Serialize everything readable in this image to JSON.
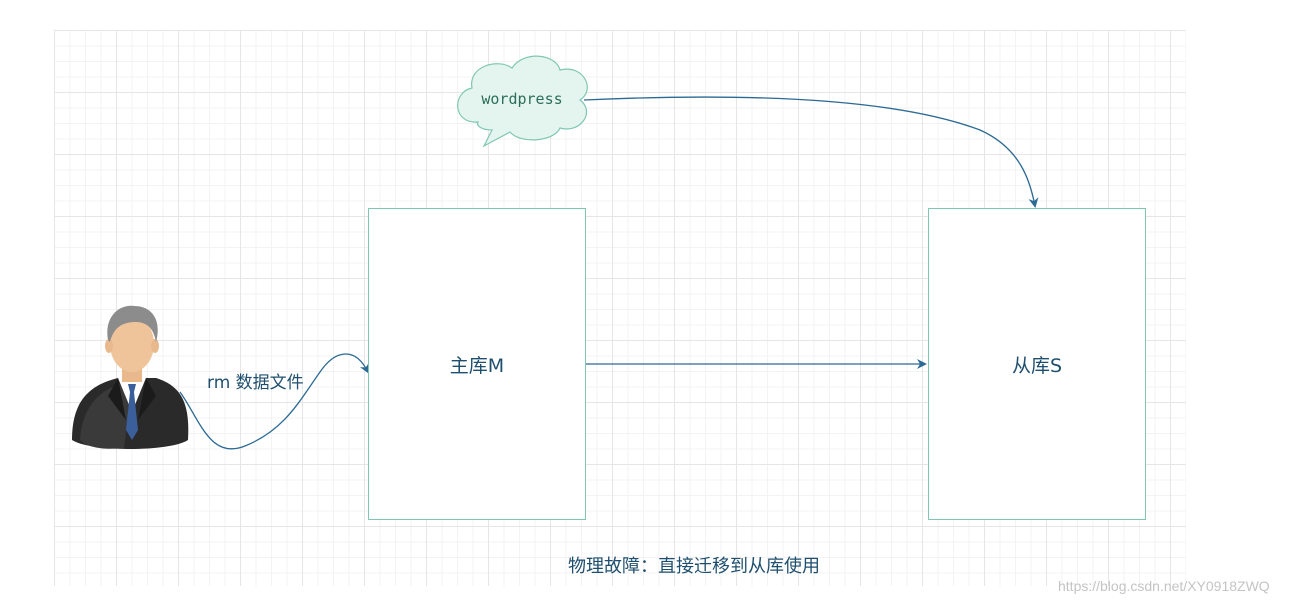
{
  "diagram": {
    "cloud": {
      "label": "wordpress"
    },
    "master": {
      "label": "主库M"
    },
    "slave": {
      "label": "从库S"
    },
    "action": {
      "label": "rm 数据文件"
    },
    "caption": "物理故障：直接迁移到从库使用",
    "watermark": "https://blog.csdn.net/XY0918ZWQ"
  },
  "colors": {
    "box_border": "#7fc7b3",
    "cloud_fill": "#e4f5ef",
    "cloud_border": "#7fc7b3",
    "arrow": "#2b6a94",
    "text": "#1f4f6e"
  }
}
